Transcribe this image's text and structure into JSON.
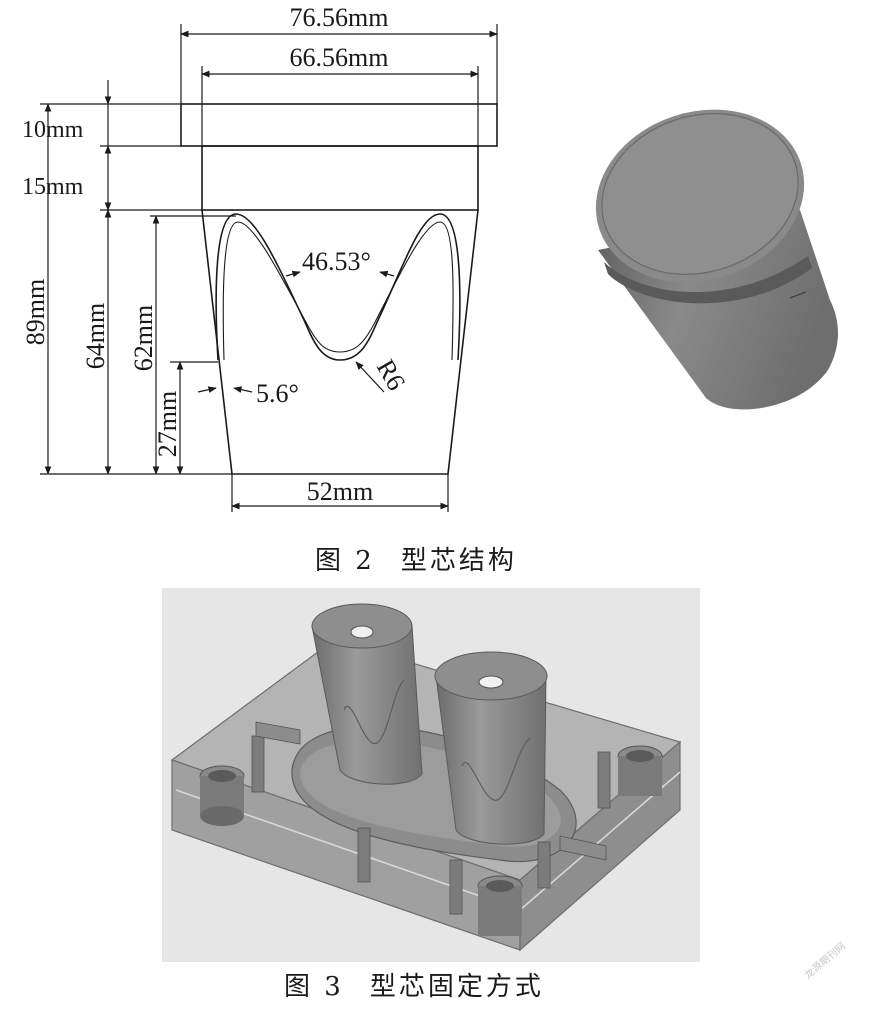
{
  "figure2": {
    "dimensions": {
      "top_width_outer": "76.56mm",
      "top_width_inner": "66.56mm",
      "flange_height": "10mm",
      "band_height": "15mm",
      "total_height": "89mm",
      "body_height": "64mm",
      "groove_height": "62mm",
      "lower_height": "27mm",
      "groove_angle": "46.53°",
      "fillet_radius": "R6",
      "taper_angle": "5.6°",
      "bottom_width": "52mm"
    },
    "caption_number": "图 2",
    "caption_text": "型芯结构"
  },
  "figure3": {
    "caption_number": "图 3",
    "caption_text": "型芯固定方式"
  },
  "watermark": "龙源期刊网",
  "colors": {
    "line": "#1a1a1a",
    "render_background": "#e6e6e6",
    "core_gray": "#808080",
    "block_gray": "#a9a9a9"
  }
}
